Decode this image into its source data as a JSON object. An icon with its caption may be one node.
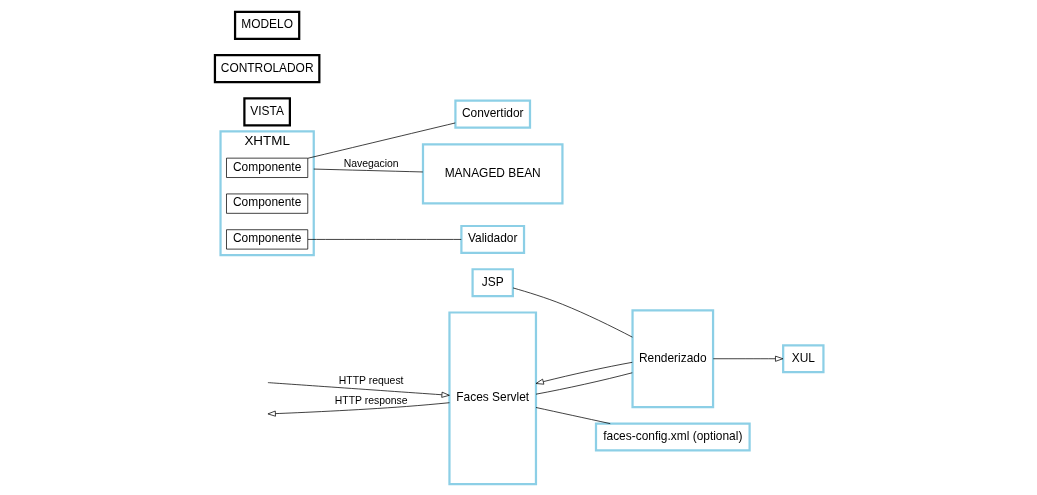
{
  "diagram": {
    "nodes": [
      {
        "text": [
          "Faces Servlet"
        ]
      },
      {
        "text": [
          "Renderizado"
        ]
      },
      {
        "text": [
          "XUL"
        ]
      },
      {
        "text": [
          "JSP"
        ]
      },
      {
        "text": [
          "XHTML"
        ]
      },
      {
        "text": [
          "Componente"
        ],
        "in": 4
      },
      {
        "text": [
          "Componente"
        ],
        "in": 4
      },
      {
        "text": [
          "Componente"
        ],
        "in": 4
      },
      {
        "text": [
          "Convertidor"
        ]
      },
      {
        "text": [
          "Validador"
        ]
      },
      {
        "text": [
          "faces-config.xml (optional)"
        ]
      },
      {
        "text": [
          "MANAGED BEAN"
        ]
      },
      {
        "text": [
          "VISTA"
        ]
      },
      {
        "text": [
          "CONTROLADOR"
        ]
      },
      {
        "text": [
          "MODELO"
        ]
      }
    ],
    "edges": [
      {
        "from": null,
        "to": 0,
        "arrow": "to",
        "label": "HTTP request"
      },
      {
        "from": 0,
        "to": null,
        "arrow": "to",
        "label": "HTTP response"
      },
      {
        "from": 0,
        "to": 1,
        "arrow": "none"
      },
      {
        "from": 1,
        "to": 2,
        "arrow": "to"
      },
      {
        "from": 3,
        "to": 1,
        "arrow": "none"
      },
      {
        "from": 1,
        "to": 0,
        "arrow": "to"
      },
      {
        "from": 5,
        "to": 8,
        "arrow": "none"
      },
      {
        "from": 7,
        "to": 9,
        "arrow": "none"
      },
      {
        "from": 0,
        "to": 10,
        "arrow": "none"
      },
      {
        "from": 4,
        "to": 11,
        "arrow": "none",
        "label": "Navegacion"
      }
    ]
  }
}
